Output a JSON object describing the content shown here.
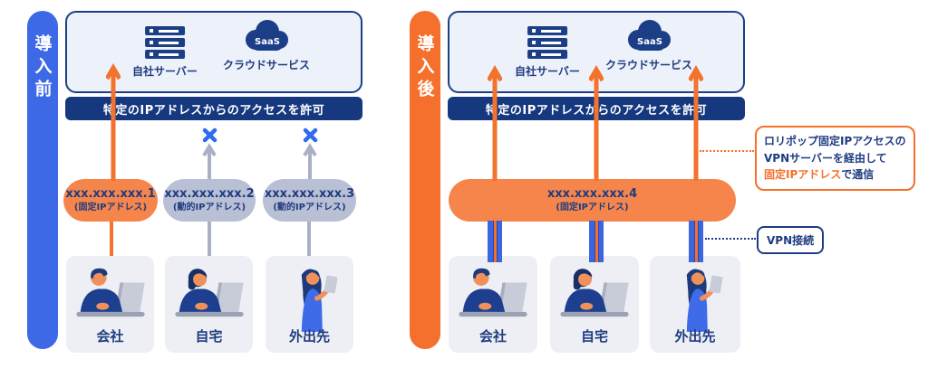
{
  "colors": {
    "accent_blue": "#3D68E6",
    "accent_orange": "#F4702C",
    "pill_orange": "#F6854C",
    "navy": "#1C3E86",
    "text_navy": "#1E3C80",
    "gray_pill": "#B9BFD4",
    "gray_arrow": "#A9AFC4",
    "blocked_x_blue": "#2F6BEE",
    "panel_bg": "#EDF1F9",
    "card_bg": "#EDEFF4"
  },
  "before": {
    "side_label": "導入前",
    "server_label": "自社サーバー",
    "cloud_text": "SaaS",
    "cloud_label": "クラウドサービス",
    "access_bar": "特定のIPアドレスからのアクセスを許可",
    "ips": [
      {
        "address": "xxx.xxx.xxx.1",
        "type": "(固定IPアドレス)"
      },
      {
        "address": "xxx.xxx.xxx.2",
        "type": "(動的IPアドレス)"
      },
      {
        "address": "xxx.xxx.xxx.3",
        "type": "(動的IPアドレス)"
      }
    ],
    "locations": [
      {
        "label": "会社"
      },
      {
        "label": "自宅"
      },
      {
        "label": "外出先"
      }
    ]
  },
  "after": {
    "side_label": "導入後",
    "server_label": "自社サーバー",
    "cloud_text": "SaaS",
    "cloud_label": "クラウドサービス",
    "access_bar": "特定のIPアドレスからのアクセスを許可",
    "ip": {
      "address": "xxx.xxx.xxx.4",
      "type": "(固定IPアドレス)"
    },
    "locations": [
      {
        "label": "会社"
      },
      {
        "label": "自宅"
      },
      {
        "label": "外出先"
      }
    ],
    "vpn_note": {
      "line1": "ロリポップ固定IPアクセスの",
      "line2": "VPNサーバーを経由して",
      "line3_highlight": "固定IPアドレス",
      "line3_rest": "で通信"
    },
    "vpn_label": "VPN接続"
  }
}
